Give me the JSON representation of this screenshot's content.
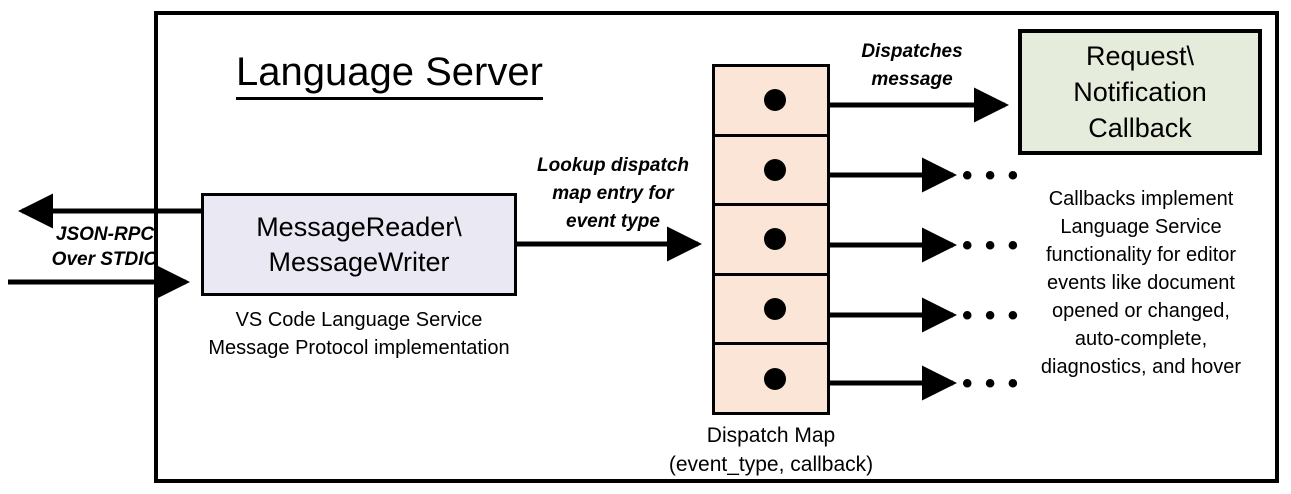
{
  "diagram": {
    "title": "Language Server",
    "external_link": {
      "label_line1": "JSON-RPC",
      "label_line2": "Over STDIO",
      "inbound_arrow": "arrow-right-into-server",
      "outbound_arrow": "arrow-left-out-of-server"
    },
    "reader_box": {
      "line1": "MessageReader\\",
      "line2": "MessageWriter",
      "fill": "#eae8f2",
      "caption_line1": "VS Code Language Service",
      "caption_line2": "Message Protocol implementation"
    },
    "lookup_label": {
      "line1": "Lookup dispatch",
      "line2": "map entry for",
      "line3": "event type"
    },
    "dispatch_map": {
      "fill": "#fbe5d6",
      "rows": [
        {
          "dot": "entry-dot",
          "out": "dispatch-to-callback"
        },
        {
          "dot": "entry-dot",
          "out": "ellipsis"
        },
        {
          "dot": "entry-dot",
          "out": "ellipsis"
        },
        {
          "dot": "entry-dot",
          "out": "ellipsis"
        },
        {
          "dot": "entry-dot",
          "out": "ellipsis"
        }
      ],
      "caption_line1": "Dispatch Map",
      "caption_line2": "(event_type, callback)"
    },
    "dispatches_label": {
      "line1": "Dispatches",
      "line2": "message"
    },
    "callback_box": {
      "line1": "Request\\",
      "line2": "Notification",
      "line3": "Callback",
      "fill": "#e6ecdc",
      "caption_line1": "Callbacks implement",
      "caption_line2": "Language Service",
      "caption_line3": "functionality for editor",
      "caption_line4": "events like document",
      "caption_line5": "opened or changed,",
      "caption_line6": "auto-complete,",
      "caption_line7": "diagnostics, and hover"
    },
    "ellipsis_glyph": "• • •",
    "stroke_color": "#000000",
    "background": "#ffffff"
  }
}
